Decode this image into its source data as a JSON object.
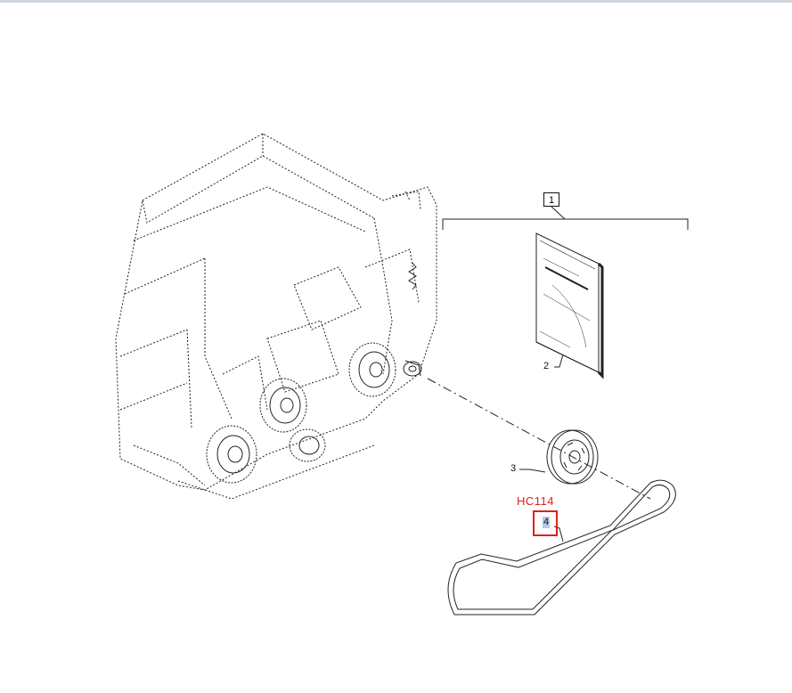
{
  "callouts": {
    "item1": "1",
    "item2": "2",
    "item3": "3",
    "item4": "4"
  },
  "hotspot": {
    "code": "HC114",
    "color": "#e0201b",
    "highlight_color": "#b7c8e8"
  },
  "parts": [
    {
      "ref": "1",
      "kind": "kit-bracket"
    },
    {
      "ref": "2",
      "kind": "manual-booklet"
    },
    {
      "ref": "3",
      "kind": "pulley"
    },
    {
      "ref": "4",
      "kind": "belt"
    }
  ]
}
